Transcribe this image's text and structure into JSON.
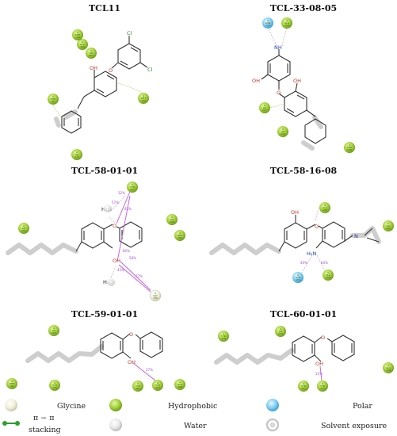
{
  "panels": [
    {
      "title": "TCL11",
      "residues": [
        {
          "chain": "A",
          "name": "ALA",
          "num": "105",
          "kind": "hydrophobic"
        },
        {
          "chain": "A",
          "name": "PHE",
          "num": "102",
          "kind": "hydrophobic"
        },
        {
          "chain": "A",
          "name": "ILE",
          "num": "207",
          "kind": "hydrophobic"
        },
        {
          "chain": "A",
          "name": "PHE",
          "num": "96",
          "kind": "hydrophobic"
        },
        {
          "chain": "A",
          "name": "MET",
          "num": "160",
          "kind": "hydrophobic"
        },
        {
          "chain": "A",
          "name": "ILE",
          "num": "171",
          "kind": "hydrophobic"
        }
      ]
    },
    {
      "title": "TCL-33-08-05",
      "residues": [
        {
          "chain": "A",
          "name": "ASN",
          "num": "159",
          "kind": "polar"
        },
        {
          "chain": "A",
          "name": "ALA",
          "num": "158",
          "kind": "hydrophobic"
        },
        {
          "chain": "A",
          "name": "ILE",
          "num": "207",
          "kind": "hydrophobic"
        },
        {
          "chain": "A",
          "name": "ILE",
          "num": "215",
          "kind": "hydrophobic"
        },
        {
          "chain": "A",
          "name": "PHE",
          "num": "205",
          "kind": "hydrophobic"
        }
      ]
    },
    {
      "title": "TCL-58-01-01",
      "residues": [
        {
          "chain": "A",
          "name": "TYR",
          "num": "157",
          "kind": "hydrophobic"
        },
        {
          "chain": "A",
          "name": "ILE",
          "num": "215",
          "kind": "hydrophobic"
        },
        {
          "chain": "A",
          "name": "VAL",
          "num": "203",
          "kind": "hydrophobic"
        },
        {
          "chain": "A",
          "name": "MET",
          "num": "161",
          "kind": "hydrophobic"
        },
        {
          "chain": "A",
          "name": "GLY",
          "num": "156",
          "kind": "glycine"
        }
      ]
    },
    {
      "title": "TCL-58-16-08",
      "residues": [
        {
          "chain": "A",
          "name": "ALA",
          "num": "205",
          "kind": "hydrophobic"
        },
        {
          "chain": "A",
          "name": "VAL",
          "num": "201",
          "kind": "hydrophobic"
        },
        {
          "chain": "A",
          "name": "ASN",
          "num": "159",
          "kind": "polar"
        },
        {
          "chain": "A",
          "name": "ALA",
          "num": "158",
          "kind": "hydrophobic"
        }
      ]
    },
    {
      "title": "TCL-59-01-01",
      "residues": [
        {
          "chain": "A",
          "name": "ILE",
          "num": "215",
          "kind": "hydrophobic"
        },
        {
          "chain": "A",
          "name": "PHE",
          "num": "96",
          "kind": "hydrophobic"
        },
        {
          "chain": "A",
          "name": "TYR",
          "num": "175",
          "kind": "hydrophobic"
        },
        {
          "chain": "A",
          "name": "TYR",
          "num": "161",
          "kind": "hydrophobic"
        },
        {
          "chain": "A",
          "name": "TYR",
          "num": "157",
          "kind": "hydrophobic"
        },
        {
          "chain": "A",
          "name": "ALA",
          "num": "198",
          "kind": "hydrophobic"
        }
      ]
    },
    {
      "title": "TCL-60-01-01",
      "residues": [
        {
          "chain": "A",
          "name": "TYR",
          "num": "175",
          "kind": "hydrophobic"
        },
        {
          "chain": "A",
          "name": "ILE",
          "num": "215",
          "kind": "hydrophobic"
        },
        {
          "chain": "A",
          "name": "ALA",
          "num": "198",
          "kind": "hydrophobic"
        },
        {
          "chain": "A",
          "name": "TYR",
          "num": "161",
          "kind": "hydrophobic"
        },
        {
          "chain": "A",
          "name": "TYR",
          "num": "157",
          "kind": "hydrophobic"
        }
      ]
    }
  ],
  "atoms": {
    "cl": "Cl",
    "oh": "OH",
    "o": "O",
    "nh": "NH",
    "h2o": "H₂O",
    "h2n": "H₂N",
    "n": "N"
  },
  "percents": {
    "p1": "32%",
    "p2": "57%",
    "p3": "83%",
    "p4": "80%",
    "p5": "58%",
    "p6": "77%",
    "p7": "45%",
    "p8": "40%",
    "p9": "64%",
    "p10": "27%",
    "p11": "12%"
  },
  "legend": {
    "glycine": "Glycine",
    "hydrophobic": "Hydrophobic",
    "polar": "Polar",
    "pipi_line1": "π − π",
    "pipi_line2": "stacking",
    "water": "Water",
    "solvent": "Solvent exposure"
  },
  "colors": {
    "hydrophobic": "#9ccc32",
    "polar": "#6ec8ef",
    "glycine": "#f2f2e0",
    "water": "#e6e6e6",
    "hbond": "#c05bd9",
    "pipi": "#2e9e2e"
  }
}
